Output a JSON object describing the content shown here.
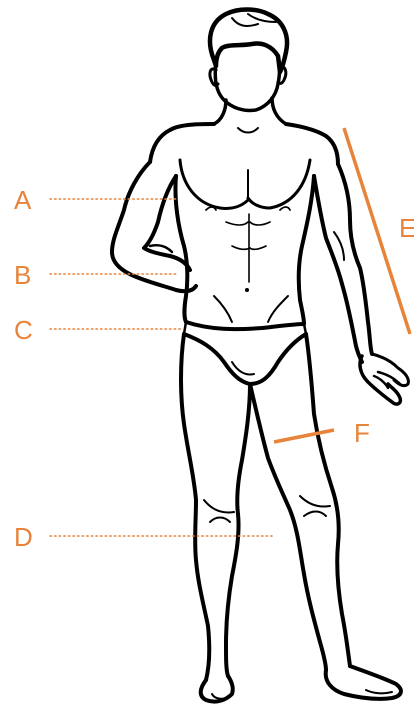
{
  "colors": {
    "accent": "#e8833a",
    "line": "#000000",
    "background": "#ffffff"
  },
  "markers": {
    "a": "A",
    "b": "B",
    "c": "C",
    "d": "D",
    "e": "E",
    "f": "F"
  },
  "figure_icon": "male-body-outline-icon"
}
